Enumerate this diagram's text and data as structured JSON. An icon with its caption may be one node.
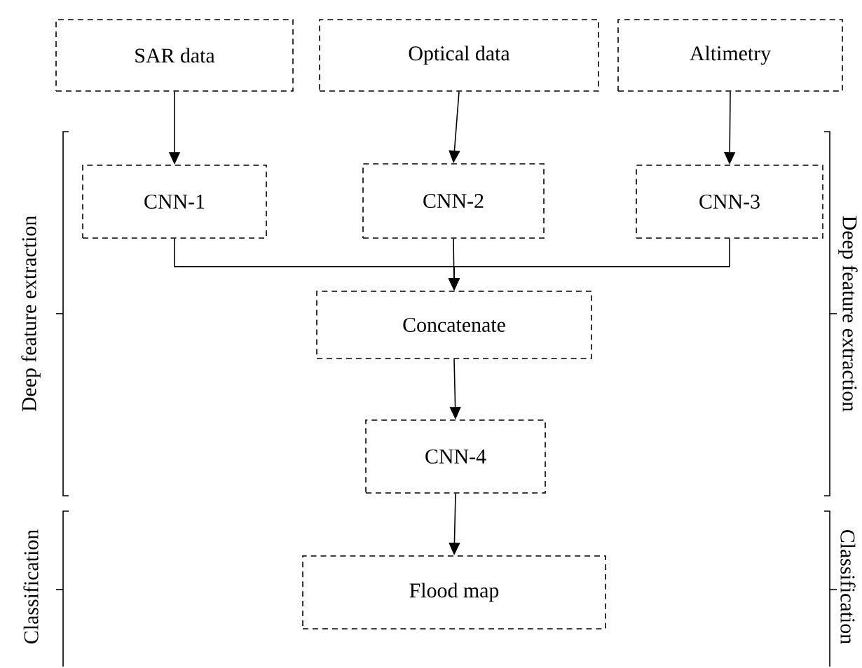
{
  "diagram": {
    "nodes": [
      {
        "text": [
          "SAR data"
        ]
      },
      {
        "text": [
          "Optical data"
        ]
      },
      {
        "text": [
          "Altimetry"
        ]
      },
      {
        "text": [
          "CNN-1"
        ]
      },
      {
        "text": [
          "CNN-2"
        ]
      },
      {
        "text": [
          "CNN-3"
        ]
      },
      {
        "text": [
          "Concatenate"
        ]
      },
      {
        "text": [
          "CNN-4"
        ]
      },
      {
        "text": [
          "Flood map"
        ]
      }
    ],
    "edges": [
      {
        "from": 0,
        "to": 3,
        "arrow": "to"
      },
      {
        "from": 1,
        "to": 4,
        "arrow": "to"
      },
      {
        "from": 2,
        "to": 5,
        "arrow": "to"
      },
      {
        "from": 3,
        "to": 6,
        "arrow": "to"
      },
      {
        "from": 4,
        "to": 6,
        "arrow": "to"
      },
      {
        "from": 5,
        "to": 6,
        "arrow": "to"
      },
      {
        "from": 6,
        "to": 7,
        "arrow": "to"
      },
      {
        "from": 7,
        "to": 8,
        "arrow": "to"
      }
    ],
    "labels": [
      "Deep feature extraction",
      "Classification",
      "Deep feature extraction",
      "Classification"
    ]
  }
}
